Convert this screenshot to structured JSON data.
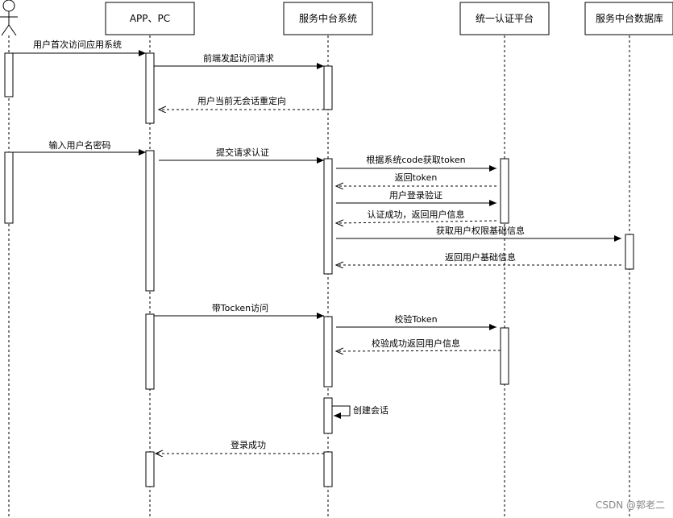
{
  "participants": [
    {
      "id": "user",
      "label": ""
    },
    {
      "id": "app",
      "label": "APP、PC"
    },
    {
      "id": "svc",
      "label": "服务中台系统"
    },
    {
      "id": "auth",
      "label": "统一认证平台"
    },
    {
      "id": "db",
      "label": "服务中台数据库"
    }
  ],
  "messages": [
    {
      "label": "用户首次访问应用系统"
    },
    {
      "label": "前端发起访问请求"
    },
    {
      "label": "用户当前无会话重定向"
    },
    {
      "label": "输入用户名密码"
    },
    {
      "label": "提交请求认证"
    },
    {
      "label": "根据系统code获取token"
    },
    {
      "label": "返回token"
    },
    {
      "label": "用户登录验证"
    },
    {
      "label": "认证成功，返回用户信息"
    },
    {
      "label": "获取用户权限基础信息"
    },
    {
      "label": "返回用户基础信息"
    },
    {
      "label": "带Tocken访问"
    },
    {
      "label": "校验Token"
    },
    {
      "label": "校验成功返回用户信息"
    },
    {
      "label": "创建会话"
    },
    {
      "label": "登录成功"
    }
  ],
  "watermark": "CSDN @郭老二"
}
